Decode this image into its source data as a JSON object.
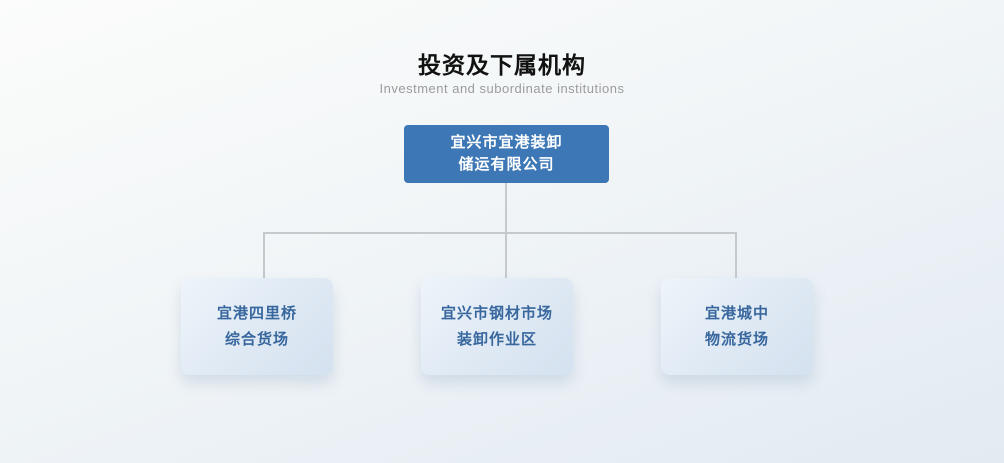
{
  "page": {
    "title": "投资及下属机构",
    "subtitle": "Investment and subordinate institutions"
  },
  "org_chart": {
    "root": {
      "line1": "宜兴市宜港装卸",
      "line2": "储运有限公司"
    },
    "children": [
      {
        "line1": "宜港四里桥",
        "line2": "综合货场"
      },
      {
        "line1": "宜兴市钢材市场",
        "line2": "装卸作业区"
      },
      {
        "line1": "宜港城中",
        "line2": "物流货场"
      }
    ]
  },
  "colors": {
    "root_box_bg": "#3d77b6",
    "root_box_text": "#ffffff",
    "child_box_text": "#38679e",
    "connector": "#c6c9cc"
  }
}
